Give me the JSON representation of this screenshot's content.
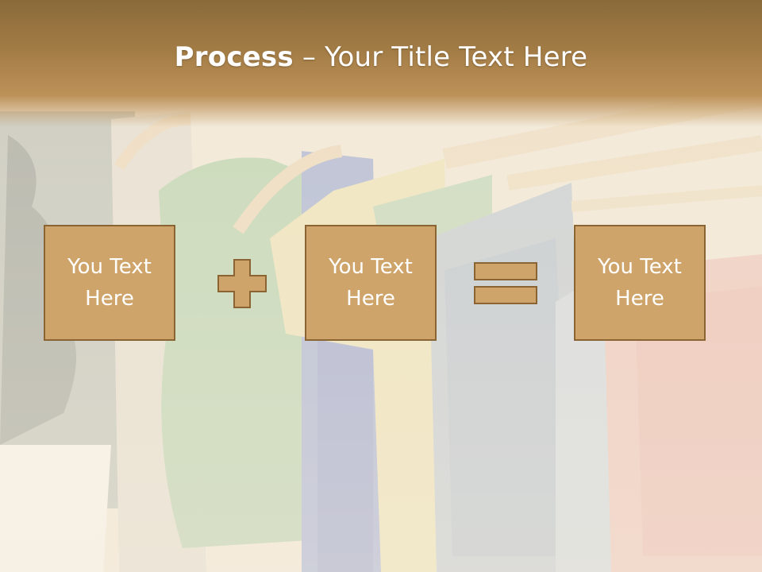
{
  "slide": {
    "title_bold": "Process",
    "title_dash": " – ",
    "title_rest": "Your Title Text Here",
    "boxes": [
      {
        "text": "You Text\nHere"
      },
      {
        "text": "You Text\nHere"
      },
      {
        "text": "You Text\nHere"
      }
    ],
    "operators": [
      "plus-icon",
      "equals-icon"
    ],
    "colors": {
      "title_band": "#a37c45",
      "box_fill": "#cfa46a",
      "box_border": "#8b6434",
      "text": "#ffffff"
    }
  }
}
